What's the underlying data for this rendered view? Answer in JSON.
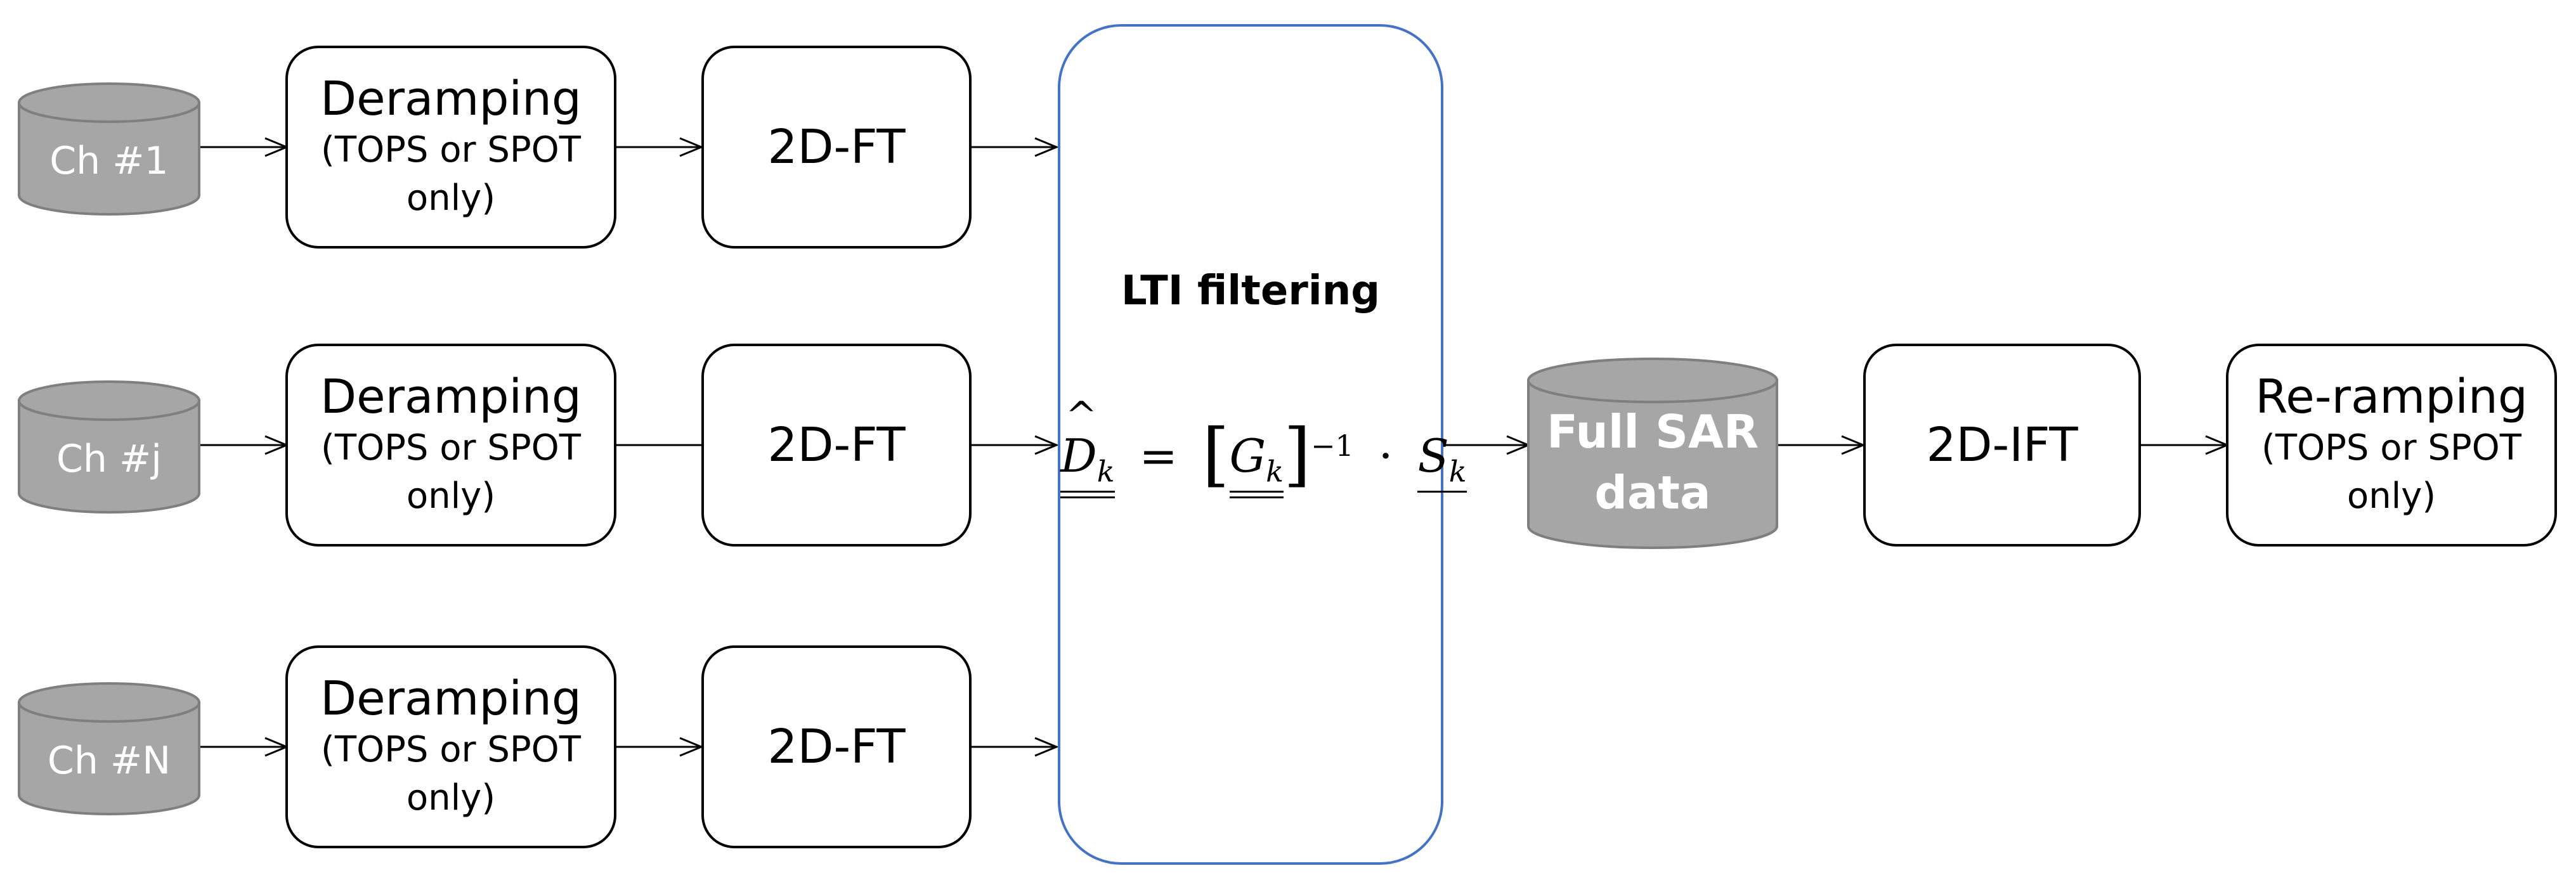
{
  "channels": [
    {
      "label": "Ch #1"
    },
    {
      "label": "Ch #j"
    },
    {
      "label": "Ch #N"
    }
  ],
  "deramping": {
    "title": "Deramping",
    "note": "(TOPS or SPOT\nonly)"
  },
  "ft_label": "2D-FT",
  "lti": {
    "title": "LTI filtering",
    "equation": {
      "lhs": "D",
      "sub": "k",
      "equals": "=",
      "bracket_open": "[",
      "G": "G",
      "bracket_close": "]",
      "exponent": "−1",
      "dot": "·",
      "S": "S"
    }
  },
  "full_sar": {
    "line1": "Full SAR",
    "line2": "data"
  },
  "ifft_label": "2D-IFT",
  "reramping": {
    "title": "Re-ramping",
    "note": "(TOPS or SPOT\nonly)"
  },
  "colors": {
    "cylinder_fill": "#a6a6a6",
    "cylinder_stroke": "#7f7f7f",
    "lti_border": "#4472c4",
    "box_border": "#000000"
  }
}
